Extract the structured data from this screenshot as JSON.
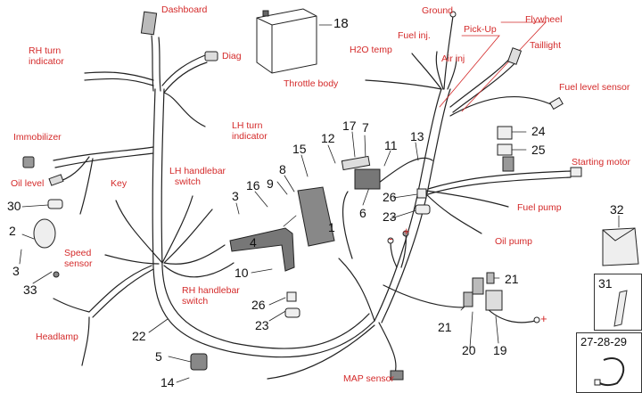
{
  "diagram": {
    "title": "Wiring harness exploded view",
    "label_color": "#d42a2a",
    "line_color": "#222222",
    "connection_labels": [
      {
        "id": "dashboard",
        "text": "Dashboard"
      },
      {
        "id": "rh-turn-indicator",
        "text": "RH turn\nindicator"
      },
      {
        "id": "diag",
        "text": "Diag"
      },
      {
        "id": "lh-turn-indicator",
        "text": "LH turn\nindicator"
      },
      {
        "id": "immobilizer",
        "text": "Immobilizer"
      },
      {
        "id": "oil-level",
        "text": "Oil level"
      },
      {
        "id": "key",
        "text": "Key"
      },
      {
        "id": "lh-handlebar-switch",
        "text": "LH handlebar\n  switch"
      },
      {
        "id": "speed-sensor",
        "text": "Speed\nsensor"
      },
      {
        "id": "rh-handlebar-switch",
        "text": "RH handlebar\nswitch"
      },
      {
        "id": "headlamp",
        "text": "Headlamp"
      },
      {
        "id": "throttle-body",
        "text": "Throttle body"
      },
      {
        "id": "h2o-temp",
        "text": "H2O temp"
      },
      {
        "id": "fuel-inj",
        "text": "Fuel inj."
      },
      {
        "id": "ground",
        "text": "Ground"
      },
      {
        "id": "air-inj",
        "text": "Air inj"
      },
      {
        "id": "pick-up",
        "text": "Pick-Up"
      },
      {
        "id": "flywheel",
        "text": "Flywheel"
      },
      {
        "id": "taillight",
        "text": "Taillight"
      },
      {
        "id": "fuel-level-sensor",
        "text": "Fuel level sensor"
      },
      {
        "id": "starting-motor",
        "text": "Starting motor"
      },
      {
        "id": "fuel-pump",
        "text": "Fuel pump"
      },
      {
        "id": "oil-pump",
        "text": "Oil pump"
      },
      {
        "id": "map-sensor",
        "text": "MAP sensor"
      },
      {
        "id": "minus",
        "text": "-"
      },
      {
        "id": "plus-top",
        "text": "+"
      },
      {
        "id": "plus-right",
        "text": "+"
      }
    ],
    "part_numbers": [
      {
        "id": "p1",
        "text": "1"
      },
      {
        "id": "p2",
        "text": "2"
      },
      {
        "id": "p3a",
        "text": "3"
      },
      {
        "id": "p3b",
        "text": "3"
      },
      {
        "id": "p4",
        "text": "4"
      },
      {
        "id": "p5",
        "text": "5"
      },
      {
        "id": "p6",
        "text": "6"
      },
      {
        "id": "p7",
        "text": "7"
      },
      {
        "id": "p8",
        "text": "8"
      },
      {
        "id": "p9",
        "text": "9"
      },
      {
        "id": "p10",
        "text": "10"
      },
      {
        "id": "p11",
        "text": "11"
      },
      {
        "id": "p12",
        "text": "12"
      },
      {
        "id": "p13",
        "text": "13"
      },
      {
        "id": "p14",
        "text": "14"
      },
      {
        "id": "p15",
        "text": "15"
      },
      {
        "id": "p16",
        "text": "16"
      },
      {
        "id": "p17",
        "text": "17"
      },
      {
        "id": "p18",
        "text": "18"
      },
      {
        "id": "p19",
        "text": "19"
      },
      {
        "id": "p20",
        "text": "20"
      },
      {
        "id": "p21a",
        "text": "21"
      },
      {
        "id": "p21b",
        "text": "21"
      },
      {
        "id": "p22",
        "text": "22"
      },
      {
        "id": "p23a",
        "text": "23"
      },
      {
        "id": "p23b",
        "text": "23"
      },
      {
        "id": "p24",
        "text": "24"
      },
      {
        "id": "p25",
        "text": "25"
      },
      {
        "id": "p26a",
        "text": "26"
      },
      {
        "id": "p26b",
        "text": "26"
      },
      {
        "id": "p30",
        "text": "30"
      },
      {
        "id": "p32",
        "text": "32"
      },
      {
        "id": "p33",
        "text": "33"
      }
    ],
    "inset_boxes": [
      {
        "id": "box31",
        "text": "31"
      },
      {
        "id": "box27",
        "text": "27-28-29"
      }
    ]
  }
}
